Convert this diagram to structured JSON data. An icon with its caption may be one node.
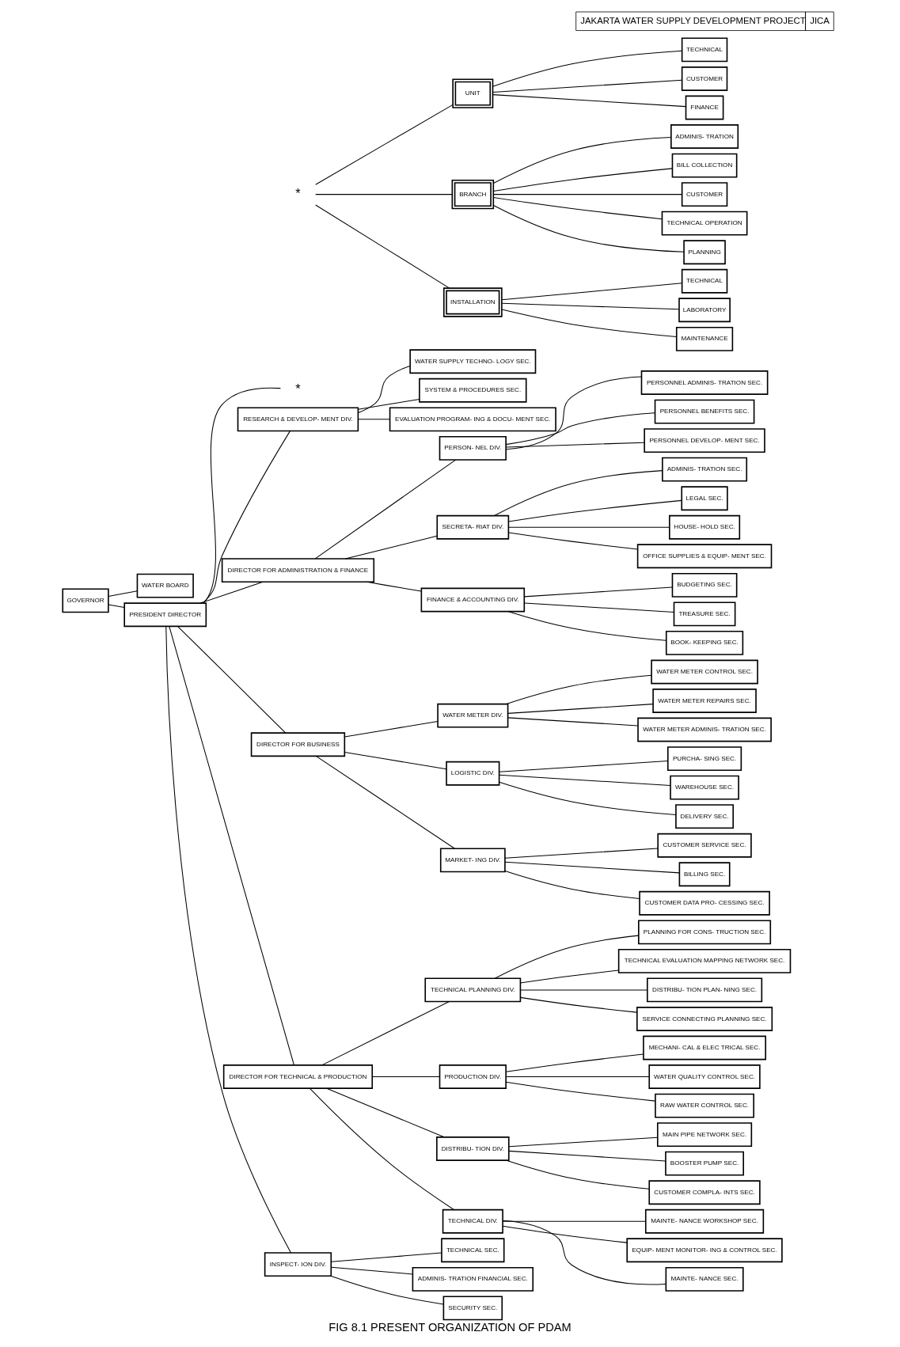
{
  "diagram": {
    "title": "FIG 8.1 PRESENT ORGANIZATION OF PDAM",
    "nodes": [
      {
        "text": [
          "GOVERNOR"
        ]
      },
      {
        "text": [
          "WATER BOARD"
        ]
      },
      {
        "text": [
          "PRESIDENT DIRECTOR"
        ]
      },
      {
        "text": [
          "*"
        ]
      },
      {
        "text": [
          "RESEARCH & DEVELOP- MENT DIV."
        ]
      },
      {
        "text": [
          "WATER SUPPLY TECHNO- LOGY SEC."
        ]
      },
      {
        "text": [
          "SYSTEM & PROCEDURES SEC."
        ]
      },
      {
        "text": [
          "EVALUATION PROGRAM- ING & DOCU- MENT SEC."
        ]
      },
      {
        "text": [
          "DIRECTOR FOR ADMINISTRATION & FINANCE"
        ]
      },
      {
        "text": [
          "PERSON- NEL DIV."
        ]
      },
      {
        "text": [
          "PERSONNEL ADMINIS- TRATION SEC."
        ]
      },
      {
        "text": [
          "PERSONNEL BENEFITS SEC."
        ]
      },
      {
        "text": [
          "PERSONNEL DEVELOP- MENT SEC."
        ]
      },
      {
        "text": [
          "SECRETA- RIAT DIV."
        ]
      },
      {
        "text": [
          "ADMINIS- TRATION SEC."
        ]
      },
      {
        "text": [
          "LEGAL SEC."
        ]
      },
      {
        "text": [
          "HOUSE- HOLD SEC."
        ]
      },
      {
        "text": [
          "OFFICE SUPPLIES & EQUIP- MENT SEC."
        ]
      },
      {
        "text": [
          "FINANCE & ACCOUNTING DIV."
        ]
      },
      {
        "text": [
          "BUDGETING SEC."
        ]
      },
      {
        "text": [
          "TREASURE SEC."
        ]
      },
      {
        "text": [
          "BOOK- KEEPING SEC."
        ]
      },
      {
        "text": [
          "DIRECTOR FOR BUSINESS"
        ]
      },
      {
        "text": [
          "WATER METER DIV."
        ]
      },
      {
        "text": [
          "WATER METER CONTROL SEC."
        ]
      },
      {
        "text": [
          "WATER METER REPAIRS SEC."
        ]
      },
      {
        "text": [
          "WATER METER ADMINIS- TRATION SEC."
        ]
      },
      {
        "text": [
          "LOGISTIC DIV."
        ]
      },
      {
        "text": [
          "PURCHA- SING SEC."
        ]
      },
      {
        "text": [
          "WAREHOUSE SEC."
        ]
      },
      {
        "text": [
          "DELIVERY SEC."
        ]
      },
      {
        "text": [
          "MARKET- ING DIV."
        ]
      },
      {
        "text": [
          "CUSTOMER SERVICE SEC."
        ]
      },
      {
        "text": [
          "BILLING SEC."
        ]
      },
      {
        "text": [
          "CUSTOMER DATA PRO- CESSING SEC."
        ]
      },
      {
        "text": [
          "DIRECTOR FOR TECHNICAL & PRODUCTION"
        ]
      },
      {
        "text": [
          "TECHNICAL PLANNING DIV."
        ]
      },
      {
        "text": [
          "PLANNING FOR CONS- TRUCTION SEC."
        ]
      },
      {
        "text": [
          "TECHNICAL EVALUATION MAPPING NETWORK SEC."
        ]
      },
      {
        "text": [
          "DISTRIBU- TION PLAN- NING SEC."
        ]
      },
      {
        "text": [
          "SERVICE CONNECTING PLANNING SEC."
        ]
      },
      {
        "text": [
          "PRODUCTION DIV."
        ]
      },
      {
        "text": [
          "MECHANI- CAL & ELEC TRICAL SEC."
        ]
      },
      {
        "text": [
          "WATER QUALITY CONTROL SEC."
        ]
      },
      {
        "text": [
          "RAW WATER CONTROL SEC."
        ]
      },
      {
        "text": [
          "DISTRIBU- TION DIV."
        ]
      },
      {
        "text": [
          "MAIN PIPE NETWORK SEC."
        ]
      },
      {
        "text": [
          "BOOSTER PUMP SEC."
        ]
      },
      {
        "text": [
          "CUSTOMER COMPLA- INTS SEC."
        ]
      },
      {
        "text": [
          "TECHNICAL DIV."
        ]
      },
      {
        "text": [
          "MAINTE- NANCE WORKSHOP SEC."
        ]
      },
      {
        "text": [
          "EQUIP- MENT MONITOR- ING & CONTROL SEC."
        ]
      },
      {
        "text": [
          "MAINTE- NANCE SEC."
        ]
      },
      {
        "text": [
          "INSPECT- ION DIV."
        ]
      },
      {
        "text": [
          "TECHNICAL SEC."
        ]
      },
      {
        "text": [
          "ADMINIS- TRATION FINANCIAL SEC."
        ]
      },
      {
        "text": [
          "SECURITY SEC."
        ]
      },
      {
        "text": [
          "*"
        ]
      },
      {
        "text": [
          "UNIT"
        ]
      },
      {
        "text": [
          "TECHNICAL"
        ]
      },
      {
        "text": [
          "CUSTOMER"
        ]
      },
      {
        "text": [
          "FINANCE"
        ]
      },
      {
        "text": [
          "BRANCH"
        ]
      },
      {
        "text": [
          "ADMINIS- TRATION"
        ]
      },
      {
        "text": [
          "BILL COLLECTION"
        ]
      },
      {
        "text": [
          "CUSTOMER"
        ]
      },
      {
        "text": [
          "TECHNICAL OPERATION"
        ]
      },
      {
        "text": [
          "PLANNING"
        ]
      },
      {
        "text": [
          "INSTALLATION"
        ]
      },
      {
        "text": [
          "TECHNICAL"
        ]
      },
      {
        "text": [
          "LABORATORY"
        ]
      },
      {
        "text": [
          "MAINTENANCE"
        ]
      }
    ],
    "edges": [
      {
        "from": 0,
        "to": 2,
        "arrow": "none"
      },
      {
        "from": 0,
        "to": 1,
        "arrow": "none"
      },
      {
        "from": 2,
        "to": 3,
        "arrow": "none"
      },
      {
        "from": 2,
        "to": 4,
        "arrow": "none"
      },
      {
        "from": 4,
        "to": 5,
        "arrow": "none"
      },
      {
        "from": 4,
        "to": 6,
        "arrow": "none"
      },
      {
        "from": 4,
        "to": 7,
        "arrow": "none"
      },
      {
        "from": 2,
        "to": 8,
        "arrow": "none"
      },
      {
        "from": 8,
        "to": 9,
        "arrow": "none"
      },
      {
        "from": 9,
        "to": 10,
        "arrow": "none"
      },
      {
        "from": 9,
        "to": 11,
        "arrow": "none"
      },
      {
        "from": 9,
        "to": 12,
        "arrow": "none"
      },
      {
        "from": 8,
        "to": 13,
        "arrow": "none"
      },
      {
        "from": 13,
        "to": 14,
        "arrow": "none"
      },
      {
        "from": 13,
        "to": 15,
        "arrow": "none"
      },
      {
        "from": 13,
        "to": 16,
        "arrow": "none"
      },
      {
        "from": 13,
        "to": 17,
        "arrow": "none"
      },
      {
        "from": 8,
        "to": 18,
        "arrow": "none"
      },
      {
        "from": 18,
        "to": 19,
        "arrow": "none"
      },
      {
        "from": 18,
        "to": 20,
        "arrow": "none"
      },
      {
        "from": 18,
        "to": 21,
        "arrow": "none"
      },
      {
        "from": 2,
        "to": 22,
        "arrow": "none"
      },
      {
        "from": 22,
        "to": 23,
        "arrow": "none"
      },
      {
        "from": 23,
        "to": 24,
        "arrow": "none"
      },
      {
        "from": 23,
        "to": 25,
        "arrow": "none"
      },
      {
        "from": 23,
        "to": 26,
        "arrow": "none"
      },
      {
        "from": 22,
        "to": 27,
        "arrow": "none"
      },
      {
        "from": 27,
        "to": 28,
        "arrow": "none"
      },
      {
        "from": 27,
        "to": 29,
        "arrow": "none"
      },
      {
        "from": 27,
        "to": 30,
        "arrow": "none"
      },
      {
        "from": 22,
        "to": 31,
        "arrow": "none"
      },
      {
        "from": 31,
        "to": 32,
        "arrow": "none"
      },
      {
        "from": 31,
        "to": 33,
        "arrow": "none"
      },
      {
        "from": 31,
        "to": 34,
        "arrow": "none"
      },
      {
        "from": 2,
        "to": 35,
        "arrow": "none"
      },
      {
        "from": 35,
        "to": 36,
        "arrow": "none"
      },
      {
        "from": 36,
        "to": 37,
        "arrow": "none"
      },
      {
        "from": 36,
        "to": 38,
        "arrow": "none"
      },
      {
        "from": 36,
        "to": 39,
        "arrow": "none"
      },
      {
        "from": 36,
        "to": 40,
        "arrow": "none"
      },
      {
        "from": 35,
        "to": 41,
        "arrow": "none"
      },
      {
        "from": 41,
        "to": 42,
        "arrow": "none"
      },
      {
        "from": 41,
        "to": 43,
        "arrow": "none"
      },
      {
        "from": 41,
        "to": 44,
        "arrow": "none"
      },
      {
        "from": 35,
        "to": 45,
        "arrow": "none"
      },
      {
        "from": 45,
        "to": 46,
        "arrow": "none"
      },
      {
        "from": 45,
        "to": 47,
        "arrow": "none"
      },
      {
        "from": 45,
        "to": 48,
        "arrow": "none"
      },
      {
        "from": 35,
        "to": 49,
        "arrow": "none"
      },
      {
        "from": 49,
        "to": 50,
        "arrow": "none"
      },
      {
        "from": 49,
        "to": 51,
        "arrow": "none"
      },
      {
        "from": 49,
        "to": 52,
        "arrow": "none"
      },
      {
        "from": 2,
        "to": 53,
        "arrow": "none"
      },
      {
        "from": 53,
        "to": 54,
        "arrow": "none"
      },
      {
        "from": 53,
        "to": 55,
        "arrow": "none"
      },
      {
        "from": 53,
        "to": 56,
        "arrow": "none"
      },
      {
        "from": 57,
        "to": 58,
        "arrow": "none"
      },
      {
        "from": 58,
        "to": 59,
        "arrow": "none"
      },
      {
        "from": 58,
        "to": 60,
        "arrow": "none"
      },
      {
        "from": 58,
        "to": 61,
        "arrow": "none"
      },
      {
        "from": 57,
        "to": 62,
        "arrow": "none"
      },
      {
        "from": 62,
        "to": 63,
        "arrow": "none"
      },
      {
        "from": 62,
        "to": 64,
        "arrow": "none"
      },
      {
        "from": 62,
        "to": 65,
        "arrow": "none"
      },
      {
        "from": 62,
        "to": 66,
        "arrow": "none"
      },
      {
        "from": 62,
        "to": 67,
        "arrow": "none"
      },
      {
        "from": 57,
        "to": 68,
        "arrow": "none"
      },
      {
        "from": 68,
        "to": 69,
        "arrow": "none"
      },
      {
        "from": 68,
        "to": 70,
        "arrow": "none"
      },
      {
        "from": 68,
        "to": 71,
        "arrow": "none"
      }
    ],
    "labels": [
      "JAKARTA WATER SUPPLY DEVELOPMENT PROJECT",
      "JICA"
    ]
  }
}
